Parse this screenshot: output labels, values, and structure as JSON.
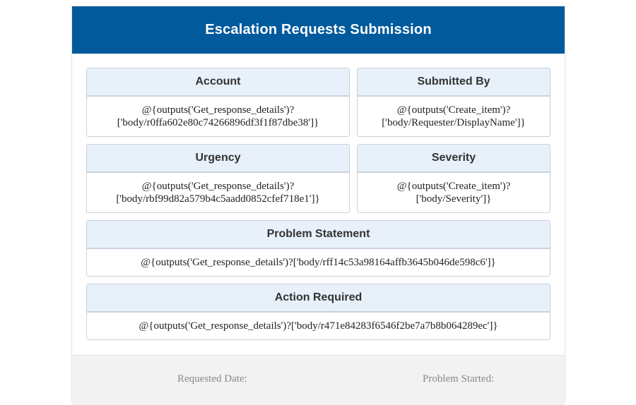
{
  "title": "Escalation Requests Submission",
  "fields": {
    "account": {
      "label": "Account",
      "value": "@{outputs('Get_response_details')?['body/r0ffa602e80c74266896df3f1f87dbe38']}"
    },
    "submitted_by": {
      "label": "Submitted By",
      "value": "@{outputs('Create_item')?['body/Requester/DisplayName']}"
    },
    "urgency": {
      "label": "Urgency",
      "value": "@{outputs('Get_response_details')?['body/rbf99d82a579b4c5aadd0852cfef718e1']}"
    },
    "severity": {
      "label": "Severity",
      "value": "@{outputs('Create_item')?['body/Severity']}"
    },
    "problem_statement": {
      "label": "Problem Statement",
      "value": "@{outputs('Get_response_details')?['body/rff14c53a98164affb3645b046de598c6']}"
    },
    "action_required": {
      "label": "Action Required",
      "value": "@{outputs('Get_response_details')?['body/r471e84283f6546f2be7a7b8b064289ec']}"
    }
  },
  "footer": {
    "requested_date_label": "Requested Date:",
    "problem_started_label": "Problem Started:"
  },
  "colors": {
    "header_bg": "#005a9c",
    "label_bg": "#e8f0fa"
  }
}
